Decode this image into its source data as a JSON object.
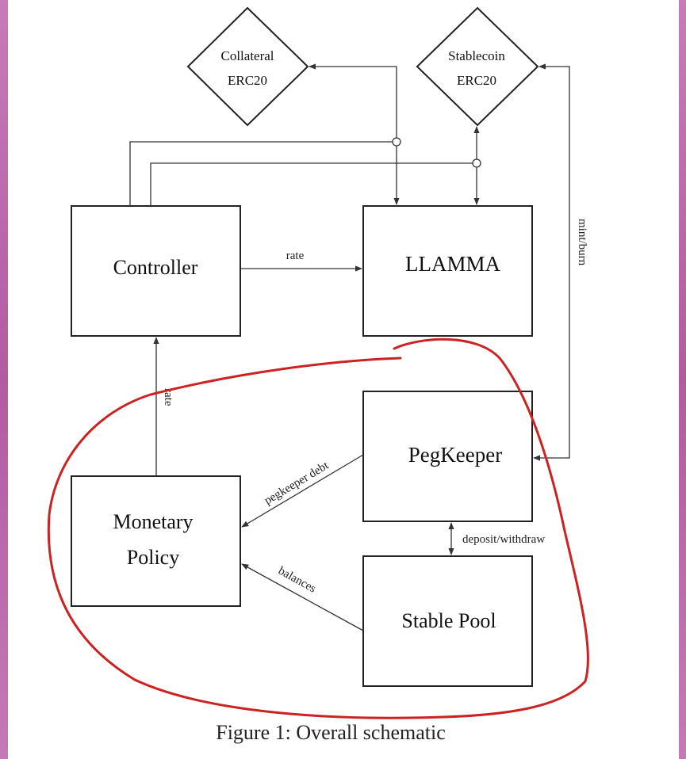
{
  "diagram": {
    "nodes": {
      "collateral": {
        "line1": "Collateral",
        "line2": "ERC20"
      },
      "stablecoin": {
        "line1": "Stablecoin",
        "line2": "ERC20"
      },
      "controller": {
        "label": "Controller"
      },
      "llamma": {
        "label": "LLAMMA"
      },
      "pegkeeper": {
        "label": "PegKeeper"
      },
      "monetary_policy": {
        "line1": "Monetary",
        "line2": "Policy"
      },
      "stable_pool": {
        "label": "Stable Pool"
      }
    },
    "edges": {
      "rate_controller_llamma": "rate",
      "rate_policy_controller": "rate",
      "mint_burn": "mint/burn",
      "pegkeeper_debt": "pegkeeper debt",
      "balances": "balances",
      "deposit_withdraw": "deposit/withdraw"
    },
    "caption": "Figure 1:  Overall schematic",
    "annotation_color": "#cc2222"
  }
}
